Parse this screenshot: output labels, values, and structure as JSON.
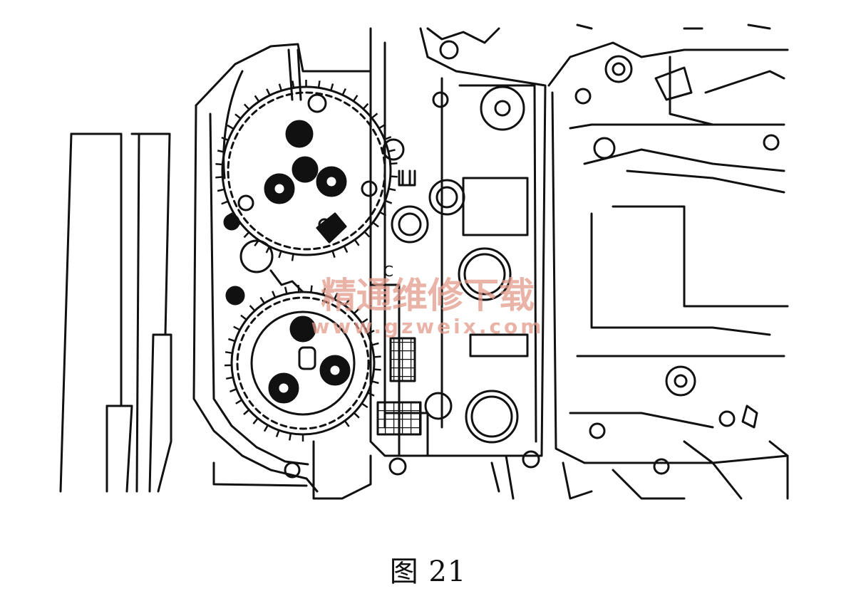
{
  "caption": "图 21",
  "watermark": {
    "text": "精通维修下载",
    "url": "www.gzweix.com",
    "color": "#e39a8a"
  },
  "labels": {
    "mark_c": "C"
  }
}
